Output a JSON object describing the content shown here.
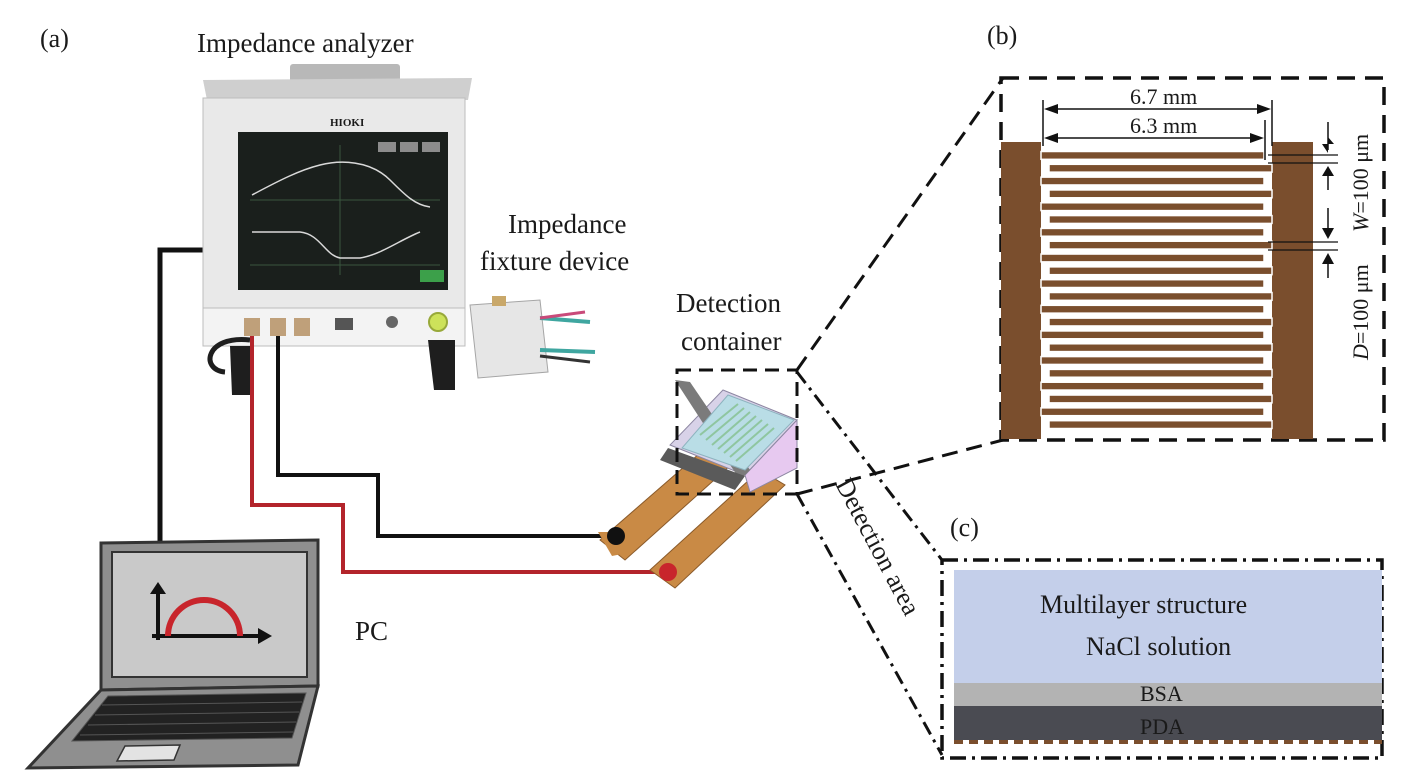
{
  "panel_labels": {
    "a": "(a)",
    "b": "(b)",
    "c": "(c)"
  },
  "labels": {
    "impedance_analyzer": "Impedance analyzer",
    "fixture_line1": "Impedance",
    "fixture_line2": "fixture device",
    "container_line1": "Detection",
    "container_line2": "container",
    "pc": "PC",
    "detection_area": "Detection area",
    "analyzer_brand": "HIOKI"
  },
  "dimensions": {
    "outer_width": "6.7 mm",
    "inner_width": "6.3 mm",
    "w_prefix": "W",
    "w_value": "=100 μm",
    "d_prefix": "D",
    "d_value": "=100 μm"
  },
  "layers": {
    "multilayer": "Multilayer structure",
    "nacl": "NaCl solution",
    "bsa": "BSA",
    "pda": "PDA"
  },
  "colors": {
    "electrode_brown": "#7a4e2d",
    "cable_black": "#111111",
    "cable_red": "#b3242b",
    "layer_blue": "#c4cfea",
    "layer_bsa": "#b3b3b3",
    "layer_pda": "#4a4b52",
    "substrate_tan": "#c98a45",
    "screen_bg": "#1a1f1c",
    "fixture_teal": "#3fa6a0"
  }
}
